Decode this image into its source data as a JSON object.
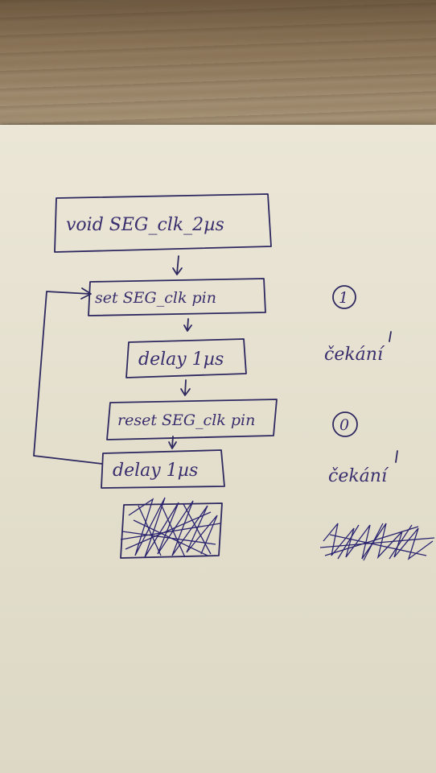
{
  "diagram": {
    "nodes": [
      {
        "id": "func",
        "label": "void SEG_clk_2µs"
      },
      {
        "id": "set",
        "label": "set SEG_clk pin"
      },
      {
        "id": "delay1",
        "label": "delay 1µs"
      },
      {
        "id": "reset",
        "label": "reset SEG_clk pin"
      },
      {
        "id": "delay2",
        "label": "delay 1µs"
      }
    ],
    "side_notes": [
      {
        "id": "note-1",
        "label": "1"
      },
      {
        "id": "note-wait-1",
        "label": "čekání"
      },
      {
        "id": "note-0",
        "label": "0"
      },
      {
        "id": "note-wait-2",
        "label": "čekání"
      }
    ]
  }
}
